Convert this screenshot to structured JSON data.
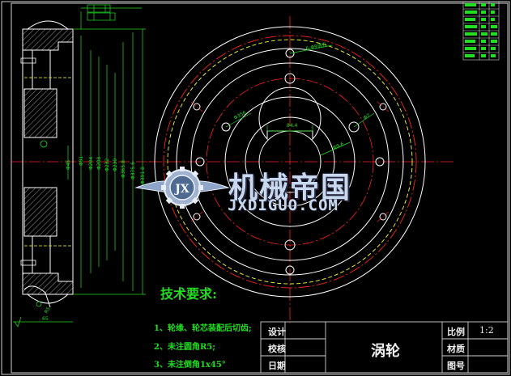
{
  "title_block": {
    "design_label": "设计",
    "review_label": "校核",
    "date_label": "日期",
    "part_name": "涡轮",
    "scale_label": "比例",
    "scale_value": "1:2",
    "material_label": "材质",
    "drawing_no_label": "图号"
  },
  "tech_requirements": {
    "title": "技术要求:",
    "items": [
      "1、轮缘、轮芯装配后切齿;",
      "2、未注圆角R5;",
      "3、未注倒角1x45°"
    ]
  },
  "watermark": {
    "cn": "机械帝国",
    "en": "JXDIGUO.COM",
    "emblem": "JX"
  },
  "colors": {
    "background": "#000000",
    "geometry": "#ffffff",
    "centerline": "#ff2222",
    "dimension": "#22dd22",
    "hidden": "#ffff33",
    "frame": "#ffffff"
  }
}
